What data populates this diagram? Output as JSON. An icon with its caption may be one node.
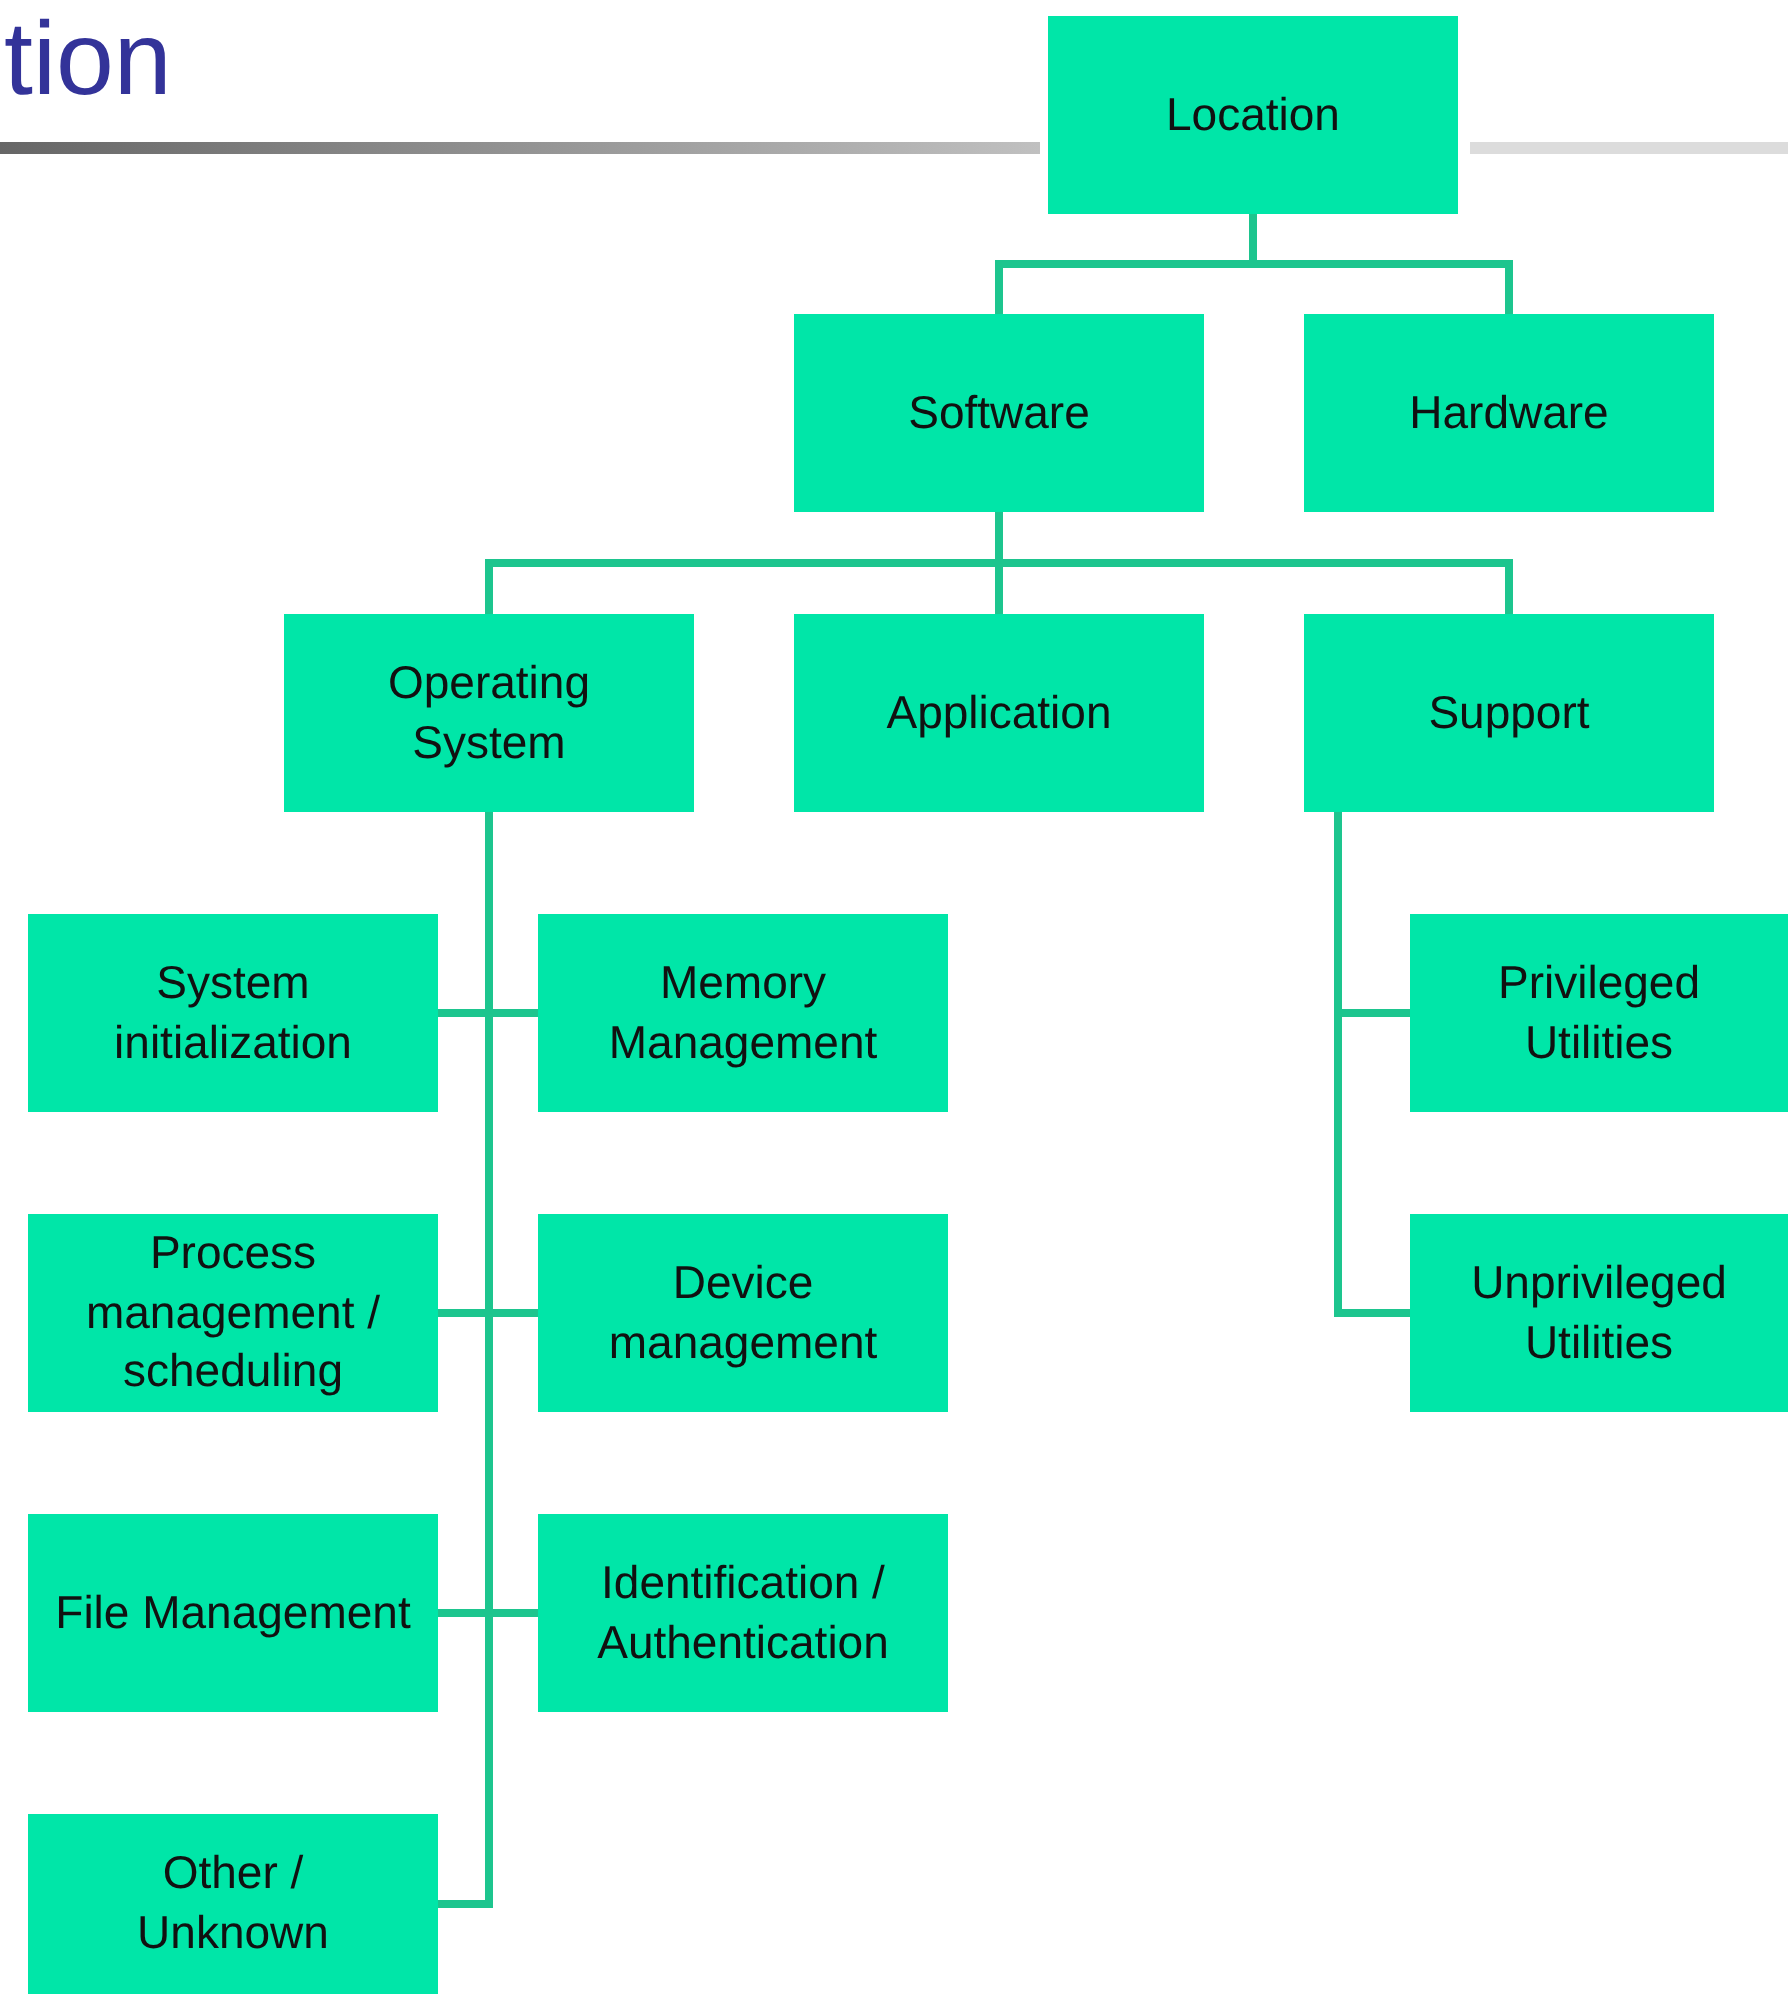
{
  "diagram": {
    "title": "tion",
    "nodes": [
      {
        "text": [
          "Location"
        ]
      },
      {
        "text": [
          "Software"
        ]
      },
      {
        "text": [
          "Hardware"
        ]
      },
      {
        "text": [
          "Operating System"
        ]
      },
      {
        "text": [
          "Application"
        ]
      },
      {
        "text": [
          "Support"
        ]
      },
      {
        "text": [
          "System initialization"
        ]
      },
      {
        "text": [
          "Memory Management"
        ]
      },
      {
        "text": [
          "Process management / scheduling"
        ]
      },
      {
        "text": [
          "Device management"
        ]
      },
      {
        "text": [
          "File Management"
        ]
      },
      {
        "text": [
          "Identification / Authentication"
        ]
      },
      {
        "text": [
          "Other / Unknown"
        ]
      },
      {
        "text": [
          "Privileged Utilities"
        ]
      },
      {
        "text": [
          "Unprivileged Utilities"
        ]
      }
    ],
    "edges": [
      {
        "from": 0,
        "to": 1,
        "arrow": "none"
      },
      {
        "from": 0,
        "to": 2,
        "arrow": "none"
      },
      {
        "from": 1,
        "to": 3,
        "arrow": "none"
      },
      {
        "from": 1,
        "to": 4,
        "arrow": "none"
      },
      {
        "from": 1,
        "to": 5,
        "arrow": "none"
      },
      {
        "from": 3,
        "to": 6,
        "arrow": "none"
      },
      {
        "from": 3,
        "to": 7,
        "arrow": "none"
      },
      {
        "from": 3,
        "to": 8,
        "arrow": "none"
      },
      {
        "from": 3,
        "to": 9,
        "arrow": "none"
      },
      {
        "from": 3,
        "to": 10,
        "arrow": "none"
      },
      {
        "from": 3,
        "to": 11,
        "arrow": "none"
      },
      {
        "from": 3,
        "to": 12,
        "arrow": "none"
      },
      {
        "from": 5,
        "to": 13,
        "arrow": "none"
      },
      {
        "from": 5,
        "to": 14,
        "arrow": "none"
      }
    ]
  }
}
